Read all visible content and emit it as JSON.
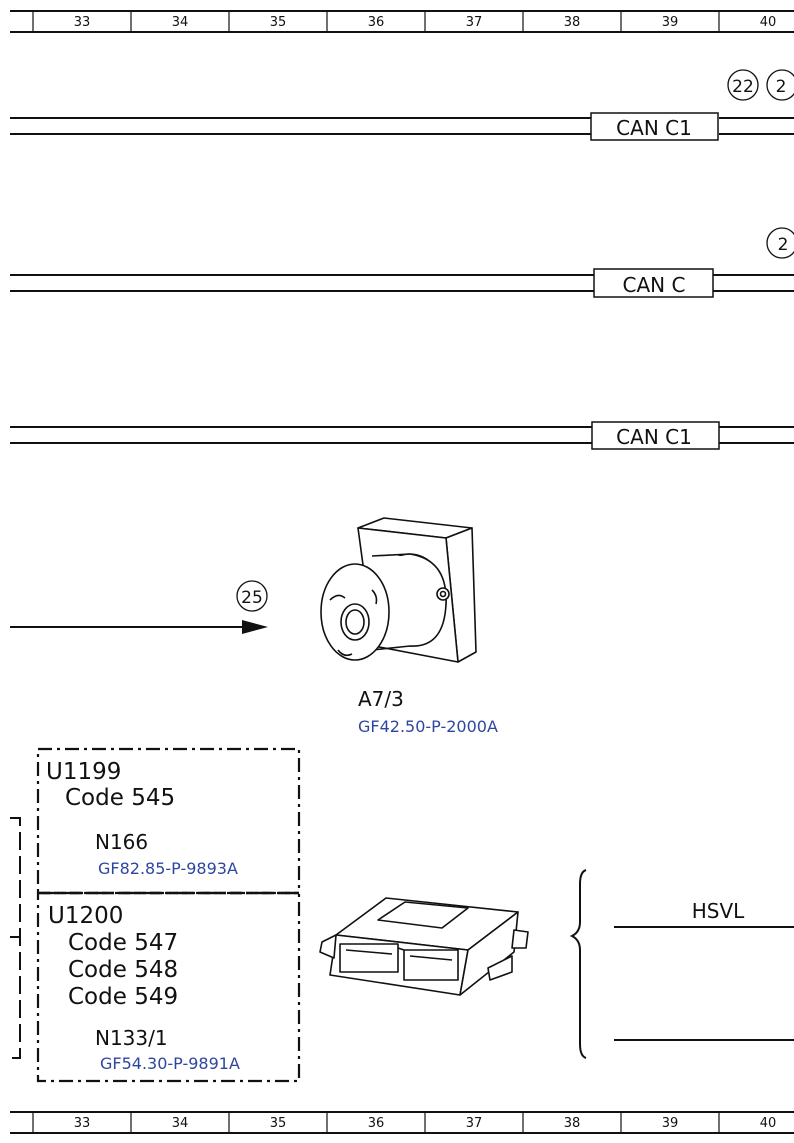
{
  "grid": {
    "columns": [
      "33",
      "34",
      "35",
      "36",
      "37",
      "38",
      "39",
      "40"
    ]
  },
  "buses": [
    {
      "label": "CAN C1",
      "markers": [
        "22",
        "2"
      ]
    },
    {
      "label": "CAN C",
      "markers": [
        "2"
      ]
    },
    {
      "label": "CAN C1",
      "markers": []
    }
  ],
  "arrow_marker": "25",
  "sensor": {
    "name": "A7/3",
    "ref": "GF42.50-P-2000A"
  },
  "module_upper": {
    "id": "U1199",
    "codes": [
      "Code 545"
    ],
    "component": "N166",
    "ref": "GF82.85-P-9893A"
  },
  "module_lower": {
    "id": "U1200",
    "codes": [
      "Code 547",
      "Code 548",
      "Code 549"
    ],
    "component": "N133/1",
    "ref": "GF54.30-P-9891A"
  },
  "right_label": "HSVL"
}
